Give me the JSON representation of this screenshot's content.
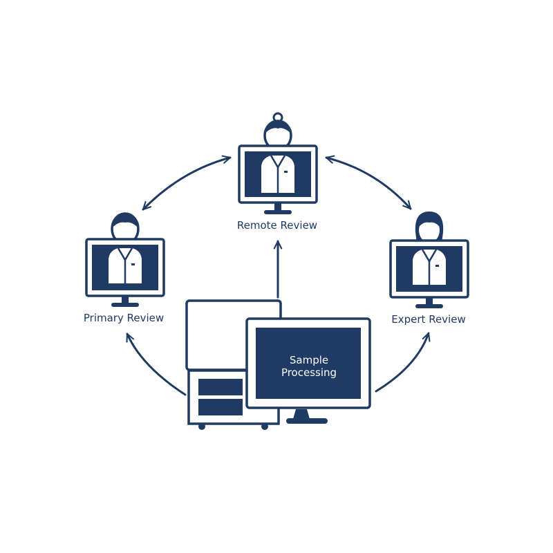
{
  "colors": {
    "primary": "#1f3a63",
    "background": "#ffffff"
  },
  "nodes": {
    "remote": "Remote Review",
    "primary": "Primary Review",
    "expert": "Expert Review",
    "sample_line1": "Sample",
    "sample_line2": "Processing"
  },
  "icons": [
    "doctor-monitor-icon",
    "scanner-icon",
    "monitor-icon",
    "arrow-icon"
  ]
}
